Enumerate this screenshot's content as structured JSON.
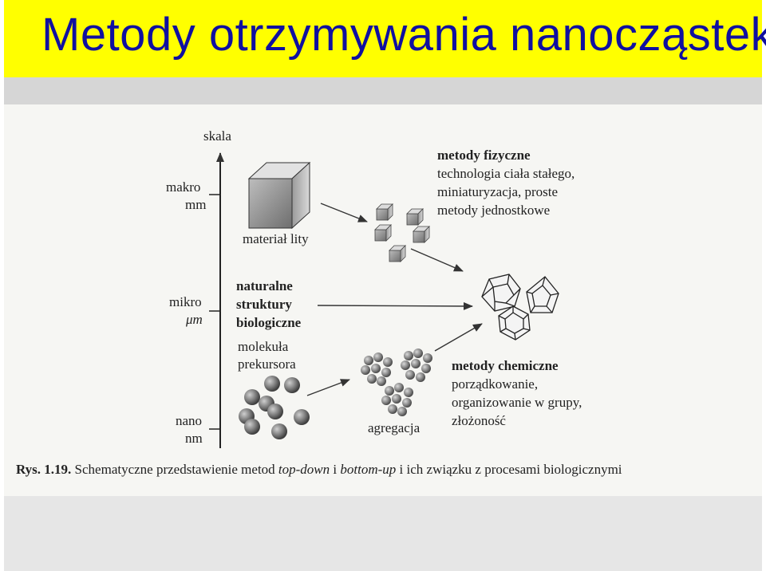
{
  "slide": {
    "title": "Metody otrzymywania nanocząstek",
    "colors": {
      "title_bar": "#ffff00",
      "title_text": "#1010a0"
    }
  },
  "figure": {
    "axis": {
      "label": "skala",
      "levels": [
        {
          "name": "makro",
          "unit": "mm"
        },
        {
          "name": "mikro",
          "unit": "μm"
        },
        {
          "name": "nano",
          "unit": "nm"
        }
      ]
    },
    "solid_material": "materiał lity",
    "physical": {
      "heading": "metody fizyczne",
      "lines": [
        "technologia ciała stałego,",
        "miniaturyzacja, proste",
        "metody jednostkowe"
      ]
    },
    "biological": {
      "lines": [
        "naturalne",
        "struktury",
        "biologiczne"
      ]
    },
    "precursor": {
      "lines": [
        "molekuła",
        "prekursora"
      ]
    },
    "aggregation": "agregacja",
    "chemical": {
      "heading": "metody chemiczne",
      "lines": [
        "porządkowanie,",
        "organizowanie w grupy,",
        "złożoność"
      ]
    },
    "caption": {
      "ref": "Rys. 1.19.",
      "text_a": "Schematyczne przedstawienie metod",
      "term1": "top-down",
      "conj": "i",
      "term2": "bottom-up",
      "text_b": "i ich związku z procesami biologicznymi"
    }
  }
}
